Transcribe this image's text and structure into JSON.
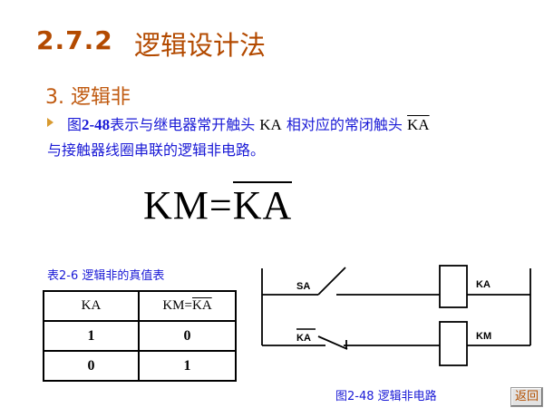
{
  "header": {
    "section_number": "2.7.2",
    "section_title": "逻辑设计法"
  },
  "subheading": "3. 逻辑非",
  "paragraph": {
    "part1": "图",
    "fig_ref": "2-48",
    "part2": "表示与继电器常开触头 ",
    "contact_no": "KA",
    "part3": " 相对应的常闭触头 ",
    "contact_nc": "KA",
    "part4": "与接触器线圈串联的逻辑非电路。"
  },
  "formula": {
    "lhs": "KM=",
    "rhs_bar": "KA"
  },
  "truth_table": {
    "caption": "表2-6  逻辑非的真值表",
    "header_col1": "KA",
    "header_col2_prefix": "KM=",
    "header_col2_bar": "KA",
    "rows": [
      [
        "1",
        "0"
      ],
      [
        "0",
        "1"
      ]
    ]
  },
  "circuit": {
    "label_sa": "SA",
    "label_ka_nc": "KA",
    "label_coil_ka": "KA",
    "label_coil_km": "KM",
    "caption": "图2-48  逻辑非电路"
  },
  "nav": {
    "back_label": "返回"
  },
  "colors": {
    "title": "#b34a00",
    "body_text": "#1a1ad6",
    "bullet": "#d89a30"
  }
}
